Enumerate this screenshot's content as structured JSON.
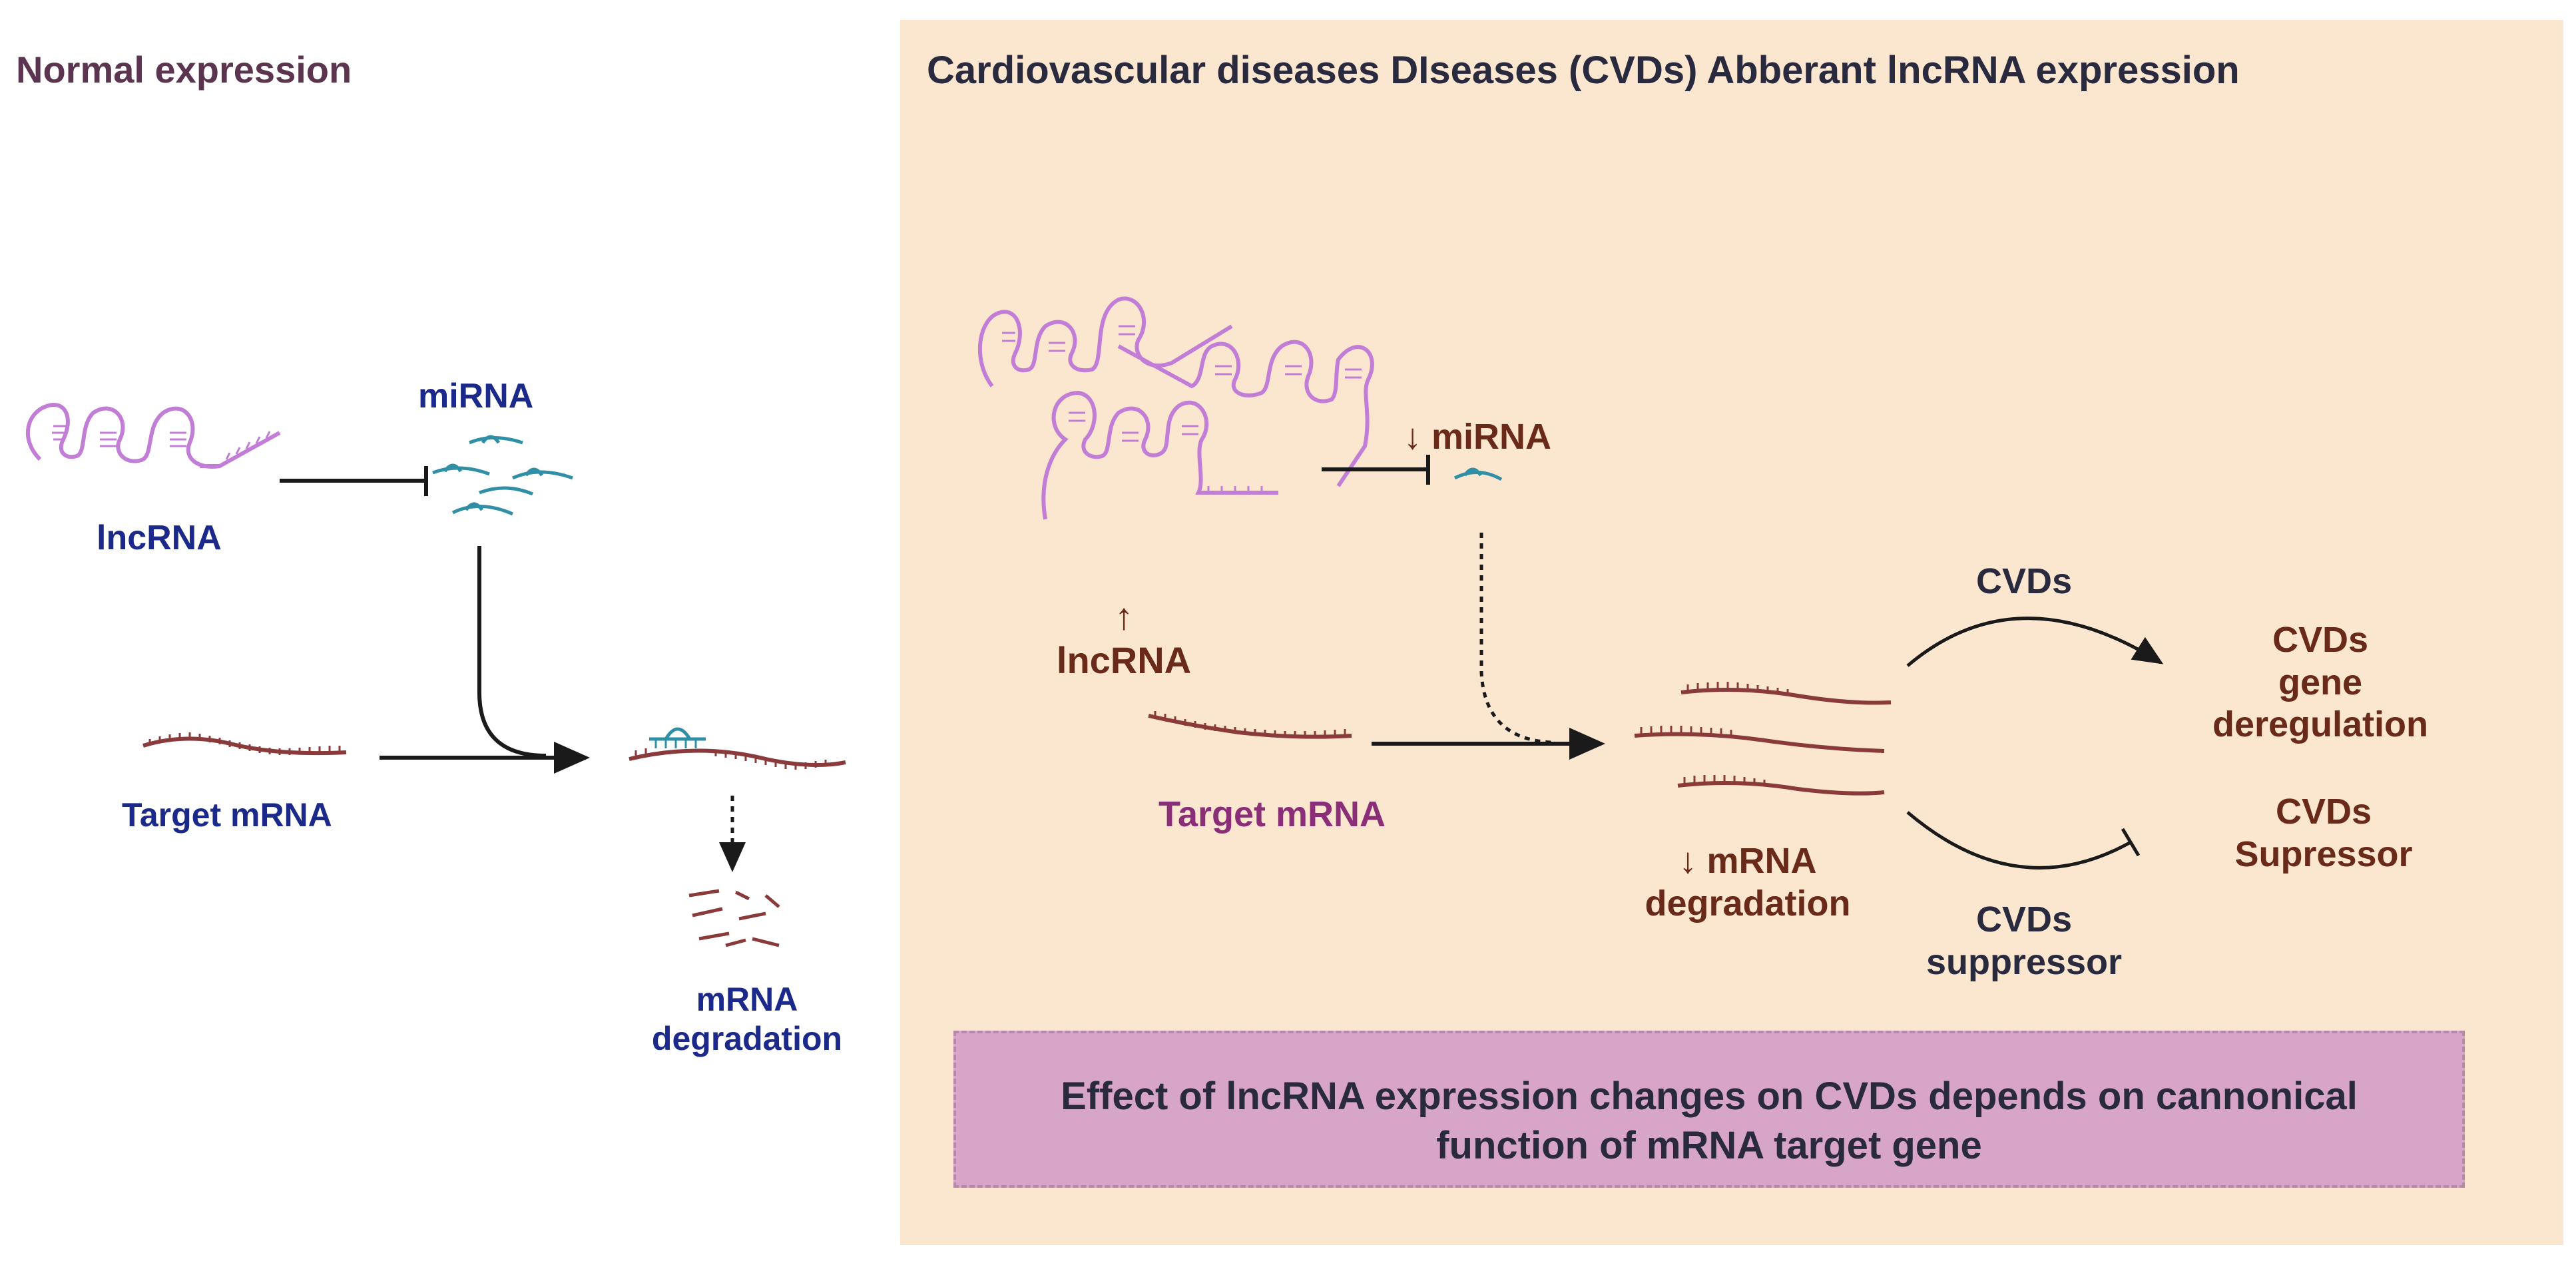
{
  "left_panel": {
    "title": "Normal expression",
    "lncrna_label": "lncRNA",
    "mirna_label": "miRNA",
    "target_label": "Target mRNA",
    "degradation_label": "mRNA\ndegradation"
  },
  "right_panel": {
    "title": "Cardiovascular diseases DIseases (CVDs) Abberant lncRNA expression",
    "lncrna_label": "↑\nlncRNA",
    "mirna_label": "↓ miRNA",
    "target_label": "Target mRNA",
    "degradation_label": "↓ mRNA\ndegradation",
    "cvds_top_label": "CVDs",
    "cvds_bottom_label": "CVDs\nsuppressor",
    "outcome_top": "CVDs\ngene\nderegulation",
    "outcome_bottom": "CVDs\nSupressor",
    "effect_text": "Effect of lncRNA expression changes on CVDs depends on cannonical function of mRNA target gene"
  },
  "colors": {
    "panel_background": "#fbe6cf",
    "lncrna": "#c27ed6",
    "mirna": "#2f8fa6",
    "mrna": "#8a3a3a",
    "effect_box": "#d6a5c8"
  }
}
